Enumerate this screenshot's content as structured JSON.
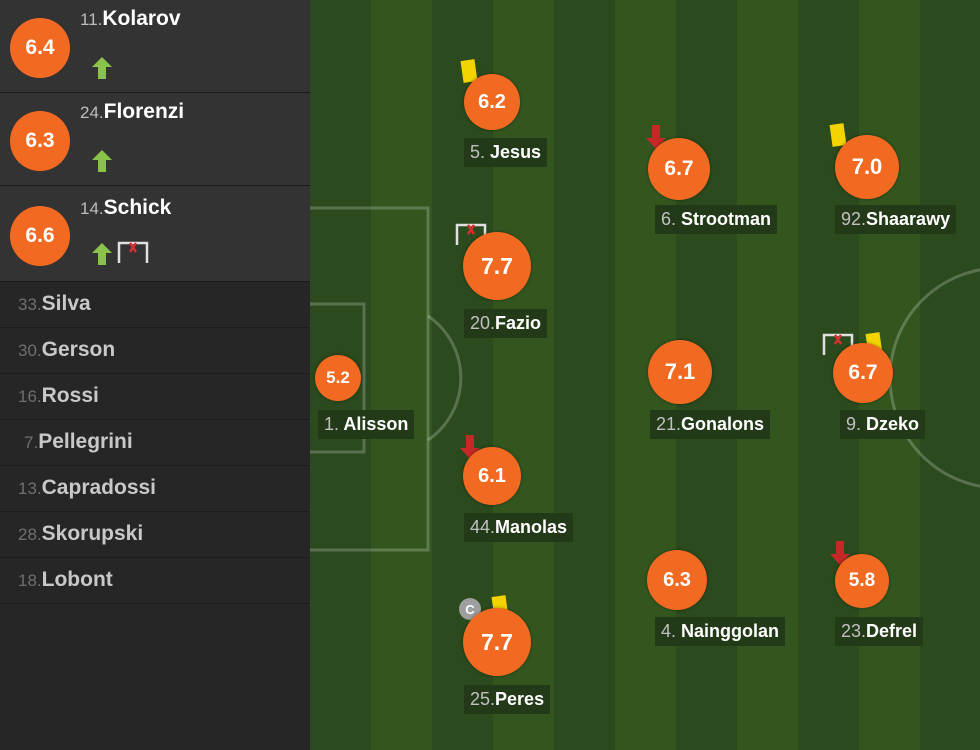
{
  "subs": [
    {
      "number": "11.",
      "name": "Kolarov",
      "rating": "6.4"
    },
    {
      "number": "24.",
      "name": "Florenzi",
      "rating": "6.3"
    },
    {
      "number": "14.",
      "name": "Schick",
      "rating": "6.6"
    }
  ],
  "bench": [
    {
      "number": "33.",
      "name": "Silva"
    },
    {
      "number": "30.",
      "name": "Gerson"
    },
    {
      "number": "16.",
      "name": "Rossi"
    },
    {
      "number": "7.",
      "name": "Pellegrini"
    },
    {
      "number": "13.",
      "name": "Capradossi"
    },
    {
      "number": "28.",
      "name": "Skorupski"
    },
    {
      "number": "18.",
      "name": "Lobont"
    }
  ],
  "players": {
    "alisson": {
      "number": "1.",
      "name": "Alisson",
      "rating": "5.2"
    },
    "jesus": {
      "number": "5.",
      "name": "Jesus",
      "rating": "6.2"
    },
    "fazio": {
      "number": "20.",
      "name": "Fazio",
      "rating": "7.7"
    },
    "manolas": {
      "number": "44.",
      "name": "Manolas",
      "rating": "6.1"
    },
    "peres": {
      "number": "25.",
      "name": "Peres",
      "rating": "7.7",
      "captain": "C"
    },
    "strootman": {
      "number": "6.",
      "name": "Strootman",
      "rating": "6.7"
    },
    "gonalons": {
      "number": "21.",
      "name": "Gonalons",
      "rating": "7.1"
    },
    "nainggolan": {
      "number": "4.",
      "name": "Nainggolan",
      "rating": "6.3"
    },
    "shaarawy": {
      "number": "92.",
      "name": "Shaarawy",
      "rating": "7.0"
    },
    "dzeko": {
      "number": "9.",
      "name": "Dzeko",
      "rating": "6.7"
    },
    "defrel": {
      "number": "23.",
      "name": "Defrel",
      "rating": "5.8"
    }
  },
  "colors": {
    "rating": "#f26a21",
    "card": "#f3d400",
    "sub_in": "#8bc34a",
    "sub_out": "#c62828",
    "captain": "#9e9e9e"
  },
  "icons": {
    "sub_in": "up-arrow-icon",
    "sub_out": "down-arrow-icon",
    "goal": "goal-icon",
    "yellow_card": "yellow-card-icon",
    "captain": "captain-badge-icon"
  }
}
